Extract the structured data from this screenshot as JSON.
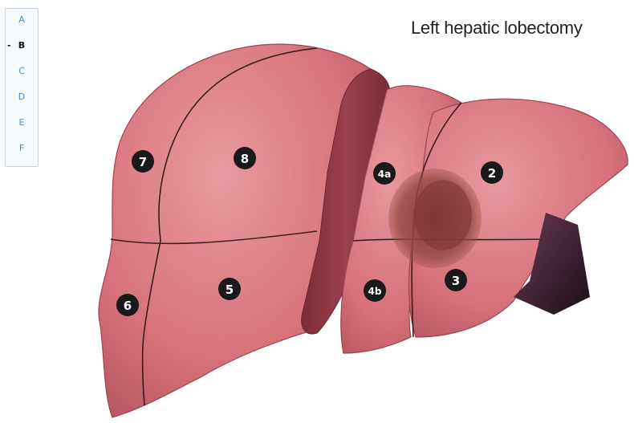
{
  "title": "Left hepatic lobectomy",
  "tabs": [
    {
      "label": "A",
      "active": false
    },
    {
      "label": "B",
      "active": true
    },
    {
      "label": "C",
      "active": false
    },
    {
      "label": "D",
      "active": false
    },
    {
      "label": "E",
      "active": false
    },
    {
      "label": "F",
      "active": false
    }
  ],
  "segments": [
    {
      "id": "seg7",
      "label": "7"
    },
    {
      "id": "seg8",
      "label": "8"
    },
    {
      "id": "seg4a",
      "label": "4a"
    },
    {
      "id": "seg2",
      "label": "2"
    },
    {
      "id": "seg6",
      "label": "6"
    },
    {
      "id": "seg5",
      "label": "5"
    },
    {
      "id": "seg4b",
      "label": "4b"
    },
    {
      "id": "seg3",
      "label": "3"
    }
  ],
  "colors": {
    "liver": "#d8737b",
    "liver_dark": "#b95560",
    "cut_surface": "#8e3642",
    "tumor": "#8a3e3a",
    "label_bg": "#1a1a1a",
    "arrow": "#2b1825"
  }
}
